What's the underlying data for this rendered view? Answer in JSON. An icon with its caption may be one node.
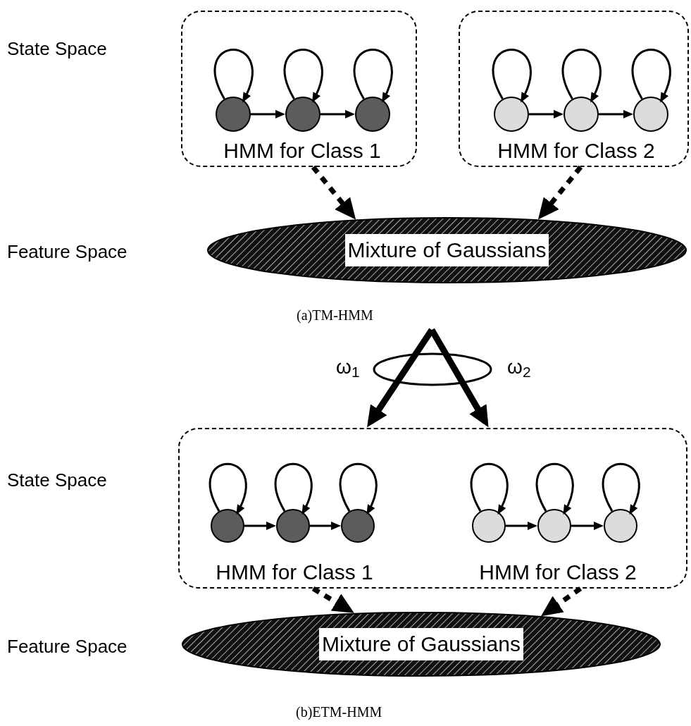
{
  "diagram": {
    "nodes": [
      {
        "text": [
          "HMM for Class 1"
        ]
      },
      {
        "text": [],
        "shape": "circle",
        "in": 0
      },
      {
        "text": [],
        "shape": "circle",
        "in": 0
      },
      {
        "text": [],
        "shape": "circle",
        "in": 0
      },
      {
        "text": [
          "HMM for Class 2"
        ]
      },
      {
        "text": [],
        "shape": "circle",
        "in": 4
      },
      {
        "text": [],
        "shape": "circle",
        "in": 4
      },
      {
        "text": [],
        "shape": "circle",
        "in": 4
      },
      {
        "text": [
          "Mixture of Gaussians"
        ]
      },
      {
        "text": [
          "HMM for Class 1",
          "HMM for Class 2"
        ]
      },
      {
        "text": [],
        "shape": "circle",
        "in": 9
      },
      {
        "text": [],
        "shape": "circle",
        "in": 9
      },
      {
        "text": [],
        "shape": "circle",
        "in": 9
      },
      {
        "text": [],
        "shape": "circle",
        "in": 9
      },
      {
        "text": [],
        "shape": "circle",
        "in": 9
      },
      {
        "text": [],
        "shape": "circle",
        "in": 9
      },
      {
        "text": [
          "Mixture of Gaussians"
        ]
      }
    ],
    "edges": [
      {
        "from": 1,
        "to": 1,
        "arrow": "to"
      },
      {
        "from": 2,
        "to": 2,
        "arrow": "to"
      },
      {
        "from": 3,
        "to": 3,
        "arrow": "to"
      },
      {
        "from": 1,
        "to": 2,
        "arrow": "to"
      },
      {
        "from": 2,
        "to": 3,
        "arrow": "to"
      },
      {
        "from": 5,
        "to": 5,
        "arrow": "to"
      },
      {
        "from": 6,
        "to": 6,
        "arrow": "to"
      },
      {
        "from": 7,
        "to": 7,
        "arrow": "to"
      },
      {
        "from": 5,
        "to": 6,
        "arrow": "to"
      },
      {
        "from": 6,
        "to": 7,
        "arrow": "to"
      },
      {
        "from": 0,
        "to": 8,
        "arrow": "to",
        "style": "dashed"
      },
      {
        "from": 4,
        "to": 8,
        "arrow": "to",
        "style": "dashed"
      },
      {
        "from": null,
        "to": 9,
        "arrow": "to",
        "style": "thick"
      },
      {
        "from": null,
        "to": 9,
        "arrow": "to",
        "style": "thick"
      },
      {
        "from": 10,
        "to": 10,
        "arrow": "to"
      },
      {
        "from": 11,
        "to": 11,
        "arrow": "to"
      },
      {
        "from": 12,
        "to": 12,
        "arrow": "to"
      },
      {
        "from": 10,
        "to": 11,
        "arrow": "to"
      },
      {
        "from": 11,
        "to": 12,
        "arrow": "to"
      },
      {
        "from": 13,
        "to": 13,
        "arrow": "to"
      },
      {
        "from": 14,
        "to": 14,
        "arrow": "to"
      },
      {
        "from": 15,
        "to": 15,
        "arrow": "to"
      },
      {
        "from": 13,
        "to": 14,
        "arrow": "to"
      },
      {
        "from": 14,
        "to": 15,
        "arrow": "to"
      },
      {
        "from": 9,
        "to": 16,
        "arrow": "to",
        "style": "dashed"
      },
      {
        "from": 9,
        "to": 16,
        "arrow": "to",
        "style": "dashed"
      }
    ],
    "labels": [
      "State Space",
      "Feature Space",
      "(a)TM-HMM",
      "ω$_{1}$",
      "ω$_{2}$",
      "State Space",
      "Feature Space",
      "(b)ETM-HMM"
    ]
  }
}
